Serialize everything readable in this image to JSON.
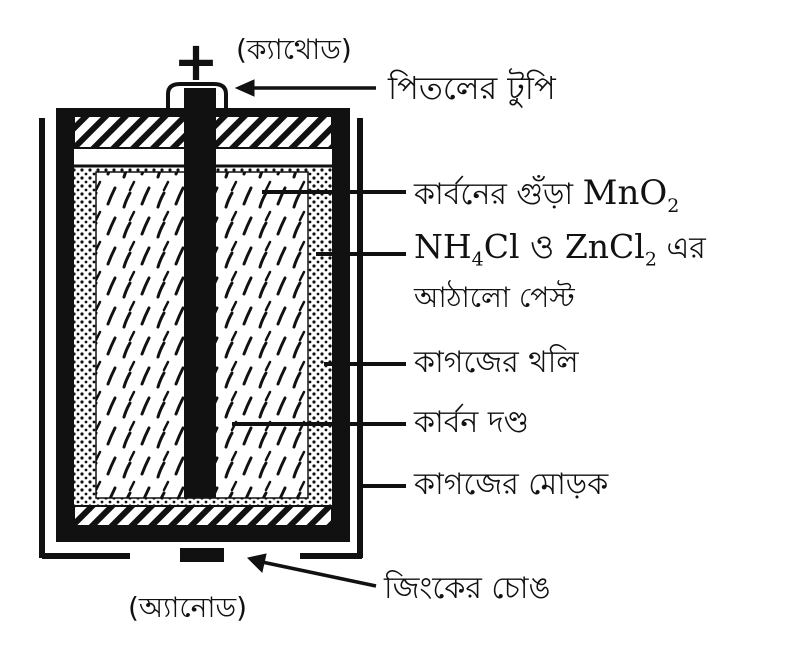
{
  "labels": {
    "cathode": "(ক্যাথোড)",
    "brass_cap": "পিতলের টুপি",
    "carbon_powder": "কার্বনের গুঁড়া",
    "mno": "MnO",
    "mno_sub": "2",
    "nh": "NH",
    "nh_sub": "4",
    "cl_and": "Cl ও ZnCl",
    "zncl_sub": "2",
    "er": "এর",
    "paste": "আঠালো পেস্ট",
    "paper_bag": "কাগজের থলি",
    "carbon_rod": "কার্বন দণ্ড",
    "paper_wrap": "কাগজের মোড়ক",
    "zinc_can": "জিংকের চোঙ",
    "anode": "(অ্যানোড)"
  },
  "terminal_symbol": "+"
}
